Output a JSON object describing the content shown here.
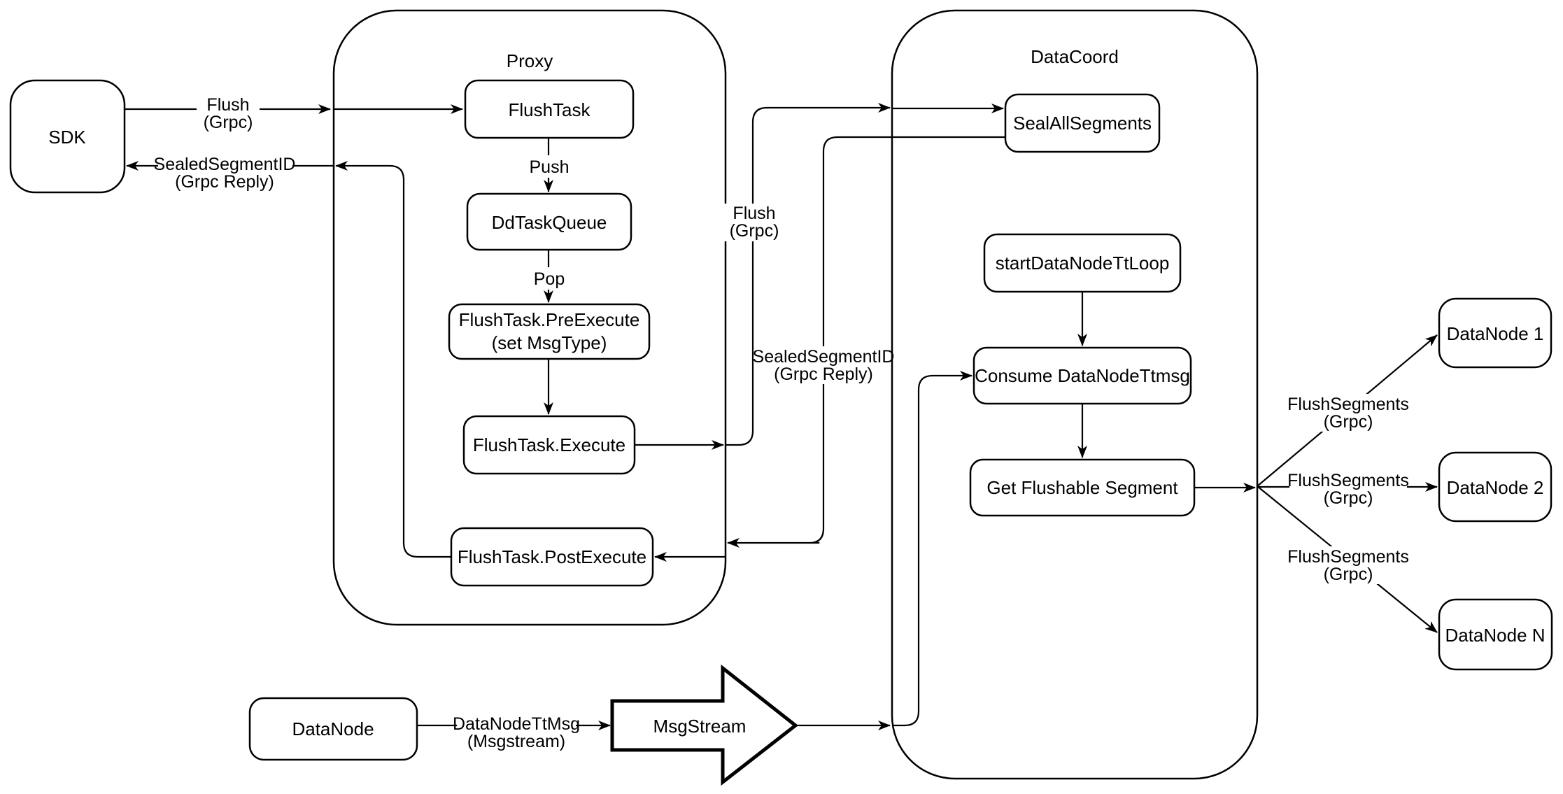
{
  "diagram": {
    "colors": {
      "background": "#ffffff",
      "stroke": "#000000",
      "node_fill": "#ffffff",
      "text": "#000000"
    },
    "containers": {
      "proxy": {
        "title": "Proxy"
      },
      "datacoord": {
        "title": "DataCoord"
      }
    },
    "nodes": {
      "sdk": {
        "label": "SDK"
      },
      "flush_task": {
        "label": "FlushTask"
      },
      "dd_task_queue": {
        "label": "DdTaskQueue"
      },
      "pre_execute": {
        "label_line1": "FlushTask.PreExecute",
        "label_line2": "(set MsgType)"
      },
      "execute": {
        "label": "FlushTask.Execute"
      },
      "post_execute": {
        "label": "FlushTask.PostExecute"
      },
      "seal_all_segments": {
        "label": "SealAllSegments"
      },
      "start_data_node_tt_loop": {
        "label": "startDataNodeTtLoop"
      },
      "consume_data_node_ttmsg": {
        "label": "Consume DataNodeTtmsg"
      },
      "get_flushable_segment": {
        "label": "Get Flushable Segment"
      },
      "data_node_1": {
        "label": "DataNode 1"
      },
      "data_node_2": {
        "label": "DataNode 2"
      },
      "data_node_n": {
        "label": "DataNode N"
      },
      "data_node": {
        "label": "DataNode"
      },
      "msg_stream": {
        "label": "MsgStream"
      }
    },
    "edge_labels": {
      "sdk_to_proxy_flush": {
        "line1": "Flush",
        "line2": "(Grpc)"
      },
      "proxy_to_sdk_reply": {
        "line1": "SealedSegmentID",
        "line2": "(Grpc Reply)"
      },
      "push": {
        "line1": "Push"
      },
      "pop": {
        "line1": "Pop"
      },
      "execute_to_seal_flush": {
        "line1": "Flush",
        "line2": "(Grpc)"
      },
      "seal_to_post_reply": {
        "line1": "SealedSegmentID",
        "line2": "(Grpc Reply)"
      },
      "flush_segments_1": {
        "line1": "FlushSegments",
        "line2": "(Grpc)"
      },
      "flush_segments_2": {
        "line1": "FlushSegments",
        "line2": "(Grpc)"
      },
      "flush_segments_3": {
        "line1": "FlushSegments",
        "line2": "(Grpc)"
      },
      "data_node_tt_msg": {
        "line1": "DataNodeTtMsg",
        "line2": "(Msgstream)"
      }
    }
  }
}
